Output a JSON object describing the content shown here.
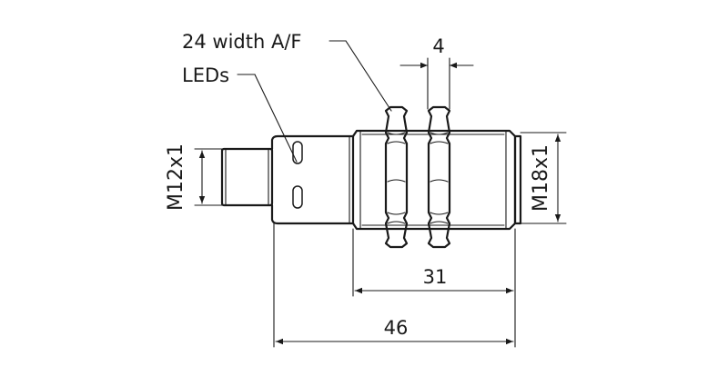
{
  "labels": {
    "nut_width": "24 width A/F",
    "leds": "LEDs",
    "nut_thickness": "4",
    "thread_small": "M12x1",
    "thread_large": "M18x1",
    "length_body": "31",
    "length_total": "46"
  }
}
